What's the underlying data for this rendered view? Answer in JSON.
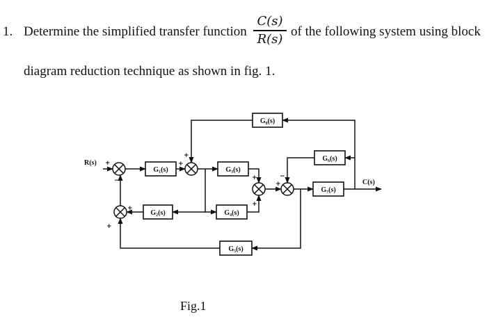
{
  "question": {
    "number": "1.",
    "text_part1": "Determine the simplified transfer function",
    "tf_numerator": "C(s)",
    "tf_denominator": "R(s)",
    "text_part2": "of the following system using block",
    "text_part3": "diagram reduction technique as shown in fig. 1."
  },
  "diagram": {
    "input_label": "R(s)",
    "output_label": "C(s)",
    "blocks": {
      "G1": "G₁(s)",
      "G2": "G₂(s)",
      "G3": "G₃(s)",
      "G4": "G₄(s)",
      "G5": "G₅(s)",
      "G6": "G₆(s)",
      "G7": "G₇(s)",
      "G8": "G₈(s)"
    },
    "signs": {
      "plus": "+",
      "minus": "−"
    }
  },
  "caption": "Fig.1"
}
